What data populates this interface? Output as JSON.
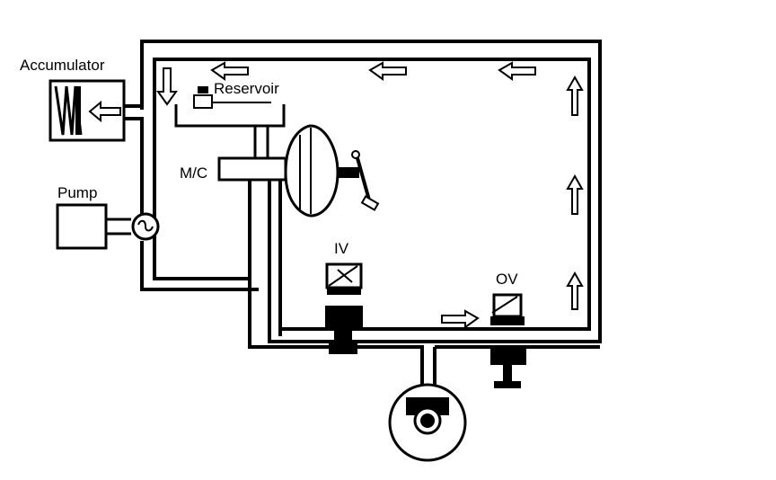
{
  "labels": {
    "accumulator": "Accumulator",
    "reservoir": "Reservoir",
    "master_cylinder": "M/C",
    "pump": "Pump",
    "inlet_valve": "IV",
    "outlet_valve": "OV"
  },
  "colors": {
    "line": "#000000",
    "background": "#ffffff"
  },
  "icons": [
    "arrow-left-icon",
    "arrow-up-icon",
    "arrow-down-icon",
    "arrow-right-icon",
    "solenoid-icon",
    "pump-rotor-icon",
    "spring-icon",
    "brake-pedal-icon",
    "brake-booster-icon",
    "wheel-caliper-icon"
  ]
}
